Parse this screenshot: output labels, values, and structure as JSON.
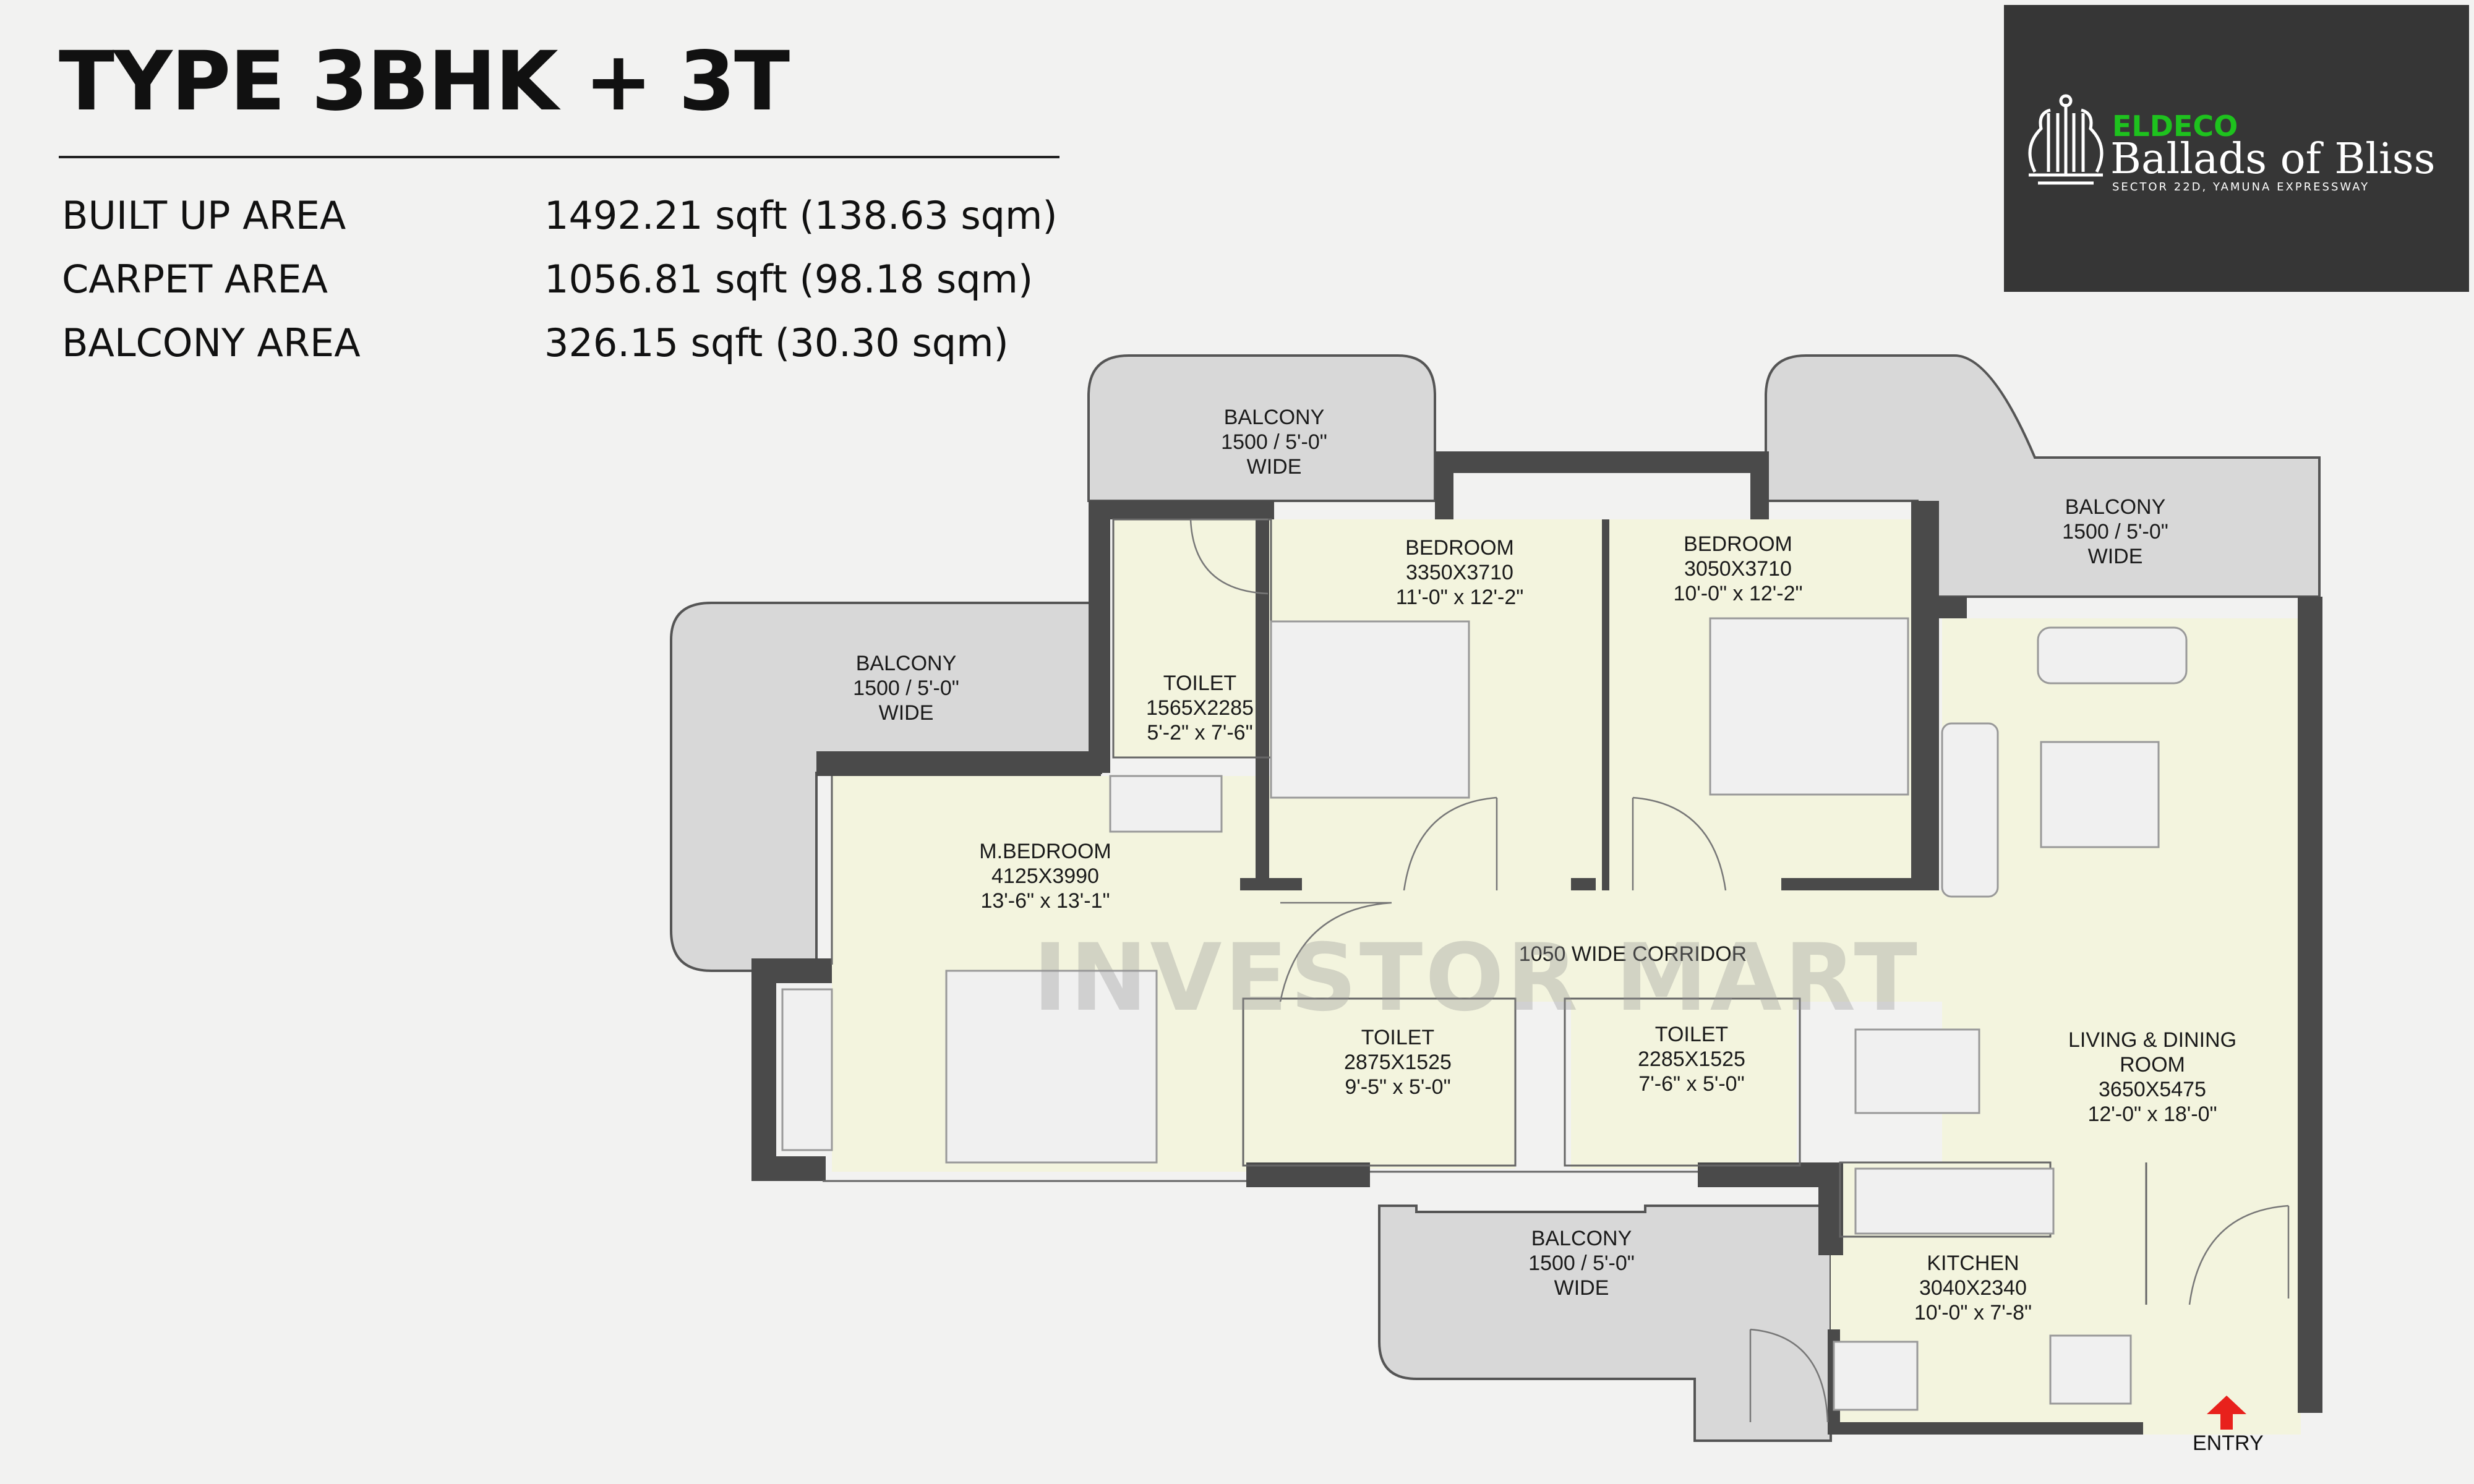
{
  "header": {
    "title": "TYPE 3BHK + 3T"
  },
  "areas": [
    {
      "label": "BUILT UP AREA",
      "value": "1492.21 sqft (138.63 sqm)"
    },
    {
      "label": "CARPET AREA",
      "value": "1056.81 sqft (98.18 sqm)"
    },
    {
      "label": "BALCONY AREA",
      "value": "326.15 sqft (30.30 sqm)"
    }
  ],
  "logo": {
    "brand": "ELDECO",
    "project": "Ballads of Bliss",
    "location": "SECTOR 22D, YAMUNA EXPRESSWAY",
    "brand_color": "#1ec21e"
  },
  "watermark": "INVESTOR MART",
  "rooms": {
    "balcony_top_left": {
      "name": "BALCONY",
      "size": "1500 / 5'-0\"",
      "note": "WIDE"
    },
    "balcony_top_right": {
      "name": "BALCONY",
      "size": "1500 / 5'-0\"",
      "note": "WIDE"
    },
    "balcony_left": {
      "name": "BALCONY",
      "size": "1500 / 5'-0\"",
      "note": "WIDE"
    },
    "balcony_bottom": {
      "name": "BALCONY",
      "size": "1500 / 5'-0\"",
      "note": "WIDE"
    },
    "bedroom_1": {
      "name": "BEDROOM",
      "mm": "3350X3710",
      "ft": "11'-0\" x 12'-2\""
    },
    "bedroom_2": {
      "name": "BEDROOM",
      "mm": "3050X3710",
      "ft": "10'-0\" x 12'-2\""
    },
    "toilet_top": {
      "name": "TOILET",
      "mm": "1565X2285",
      "ft": "5'-2\" x 7'-6\""
    },
    "master_bedroom": {
      "name": "M.BEDROOM",
      "mm": "4125X3990",
      "ft": "13'-6\" x 13'-1\""
    },
    "corridor": {
      "name": "1050 WIDE CORRIDOR"
    },
    "toilet_mid": {
      "name": "TOILET",
      "mm": "2875X1525",
      "ft": "9'-5\" x 5'-0\""
    },
    "toilet_right": {
      "name": "TOILET",
      "mm": "2285X1525",
      "ft": "7'-6\" x 5'-0\""
    },
    "living": {
      "name1": "LIVING & DINING",
      "name2": "ROOM",
      "mm": "3650X5475",
      "ft": "12'-0\" x 18'-0\""
    },
    "kitchen": {
      "name": "KITCHEN",
      "mm": "3040X2340",
      "ft": "10'-0\" x 7'-8\""
    }
  },
  "entry_label": "ENTRY",
  "colors": {
    "room_fill": "#f3f4de",
    "wall": "#4a4a4a",
    "balcony": "#d8d8d8",
    "entry_arrow": "#e8211c"
  }
}
